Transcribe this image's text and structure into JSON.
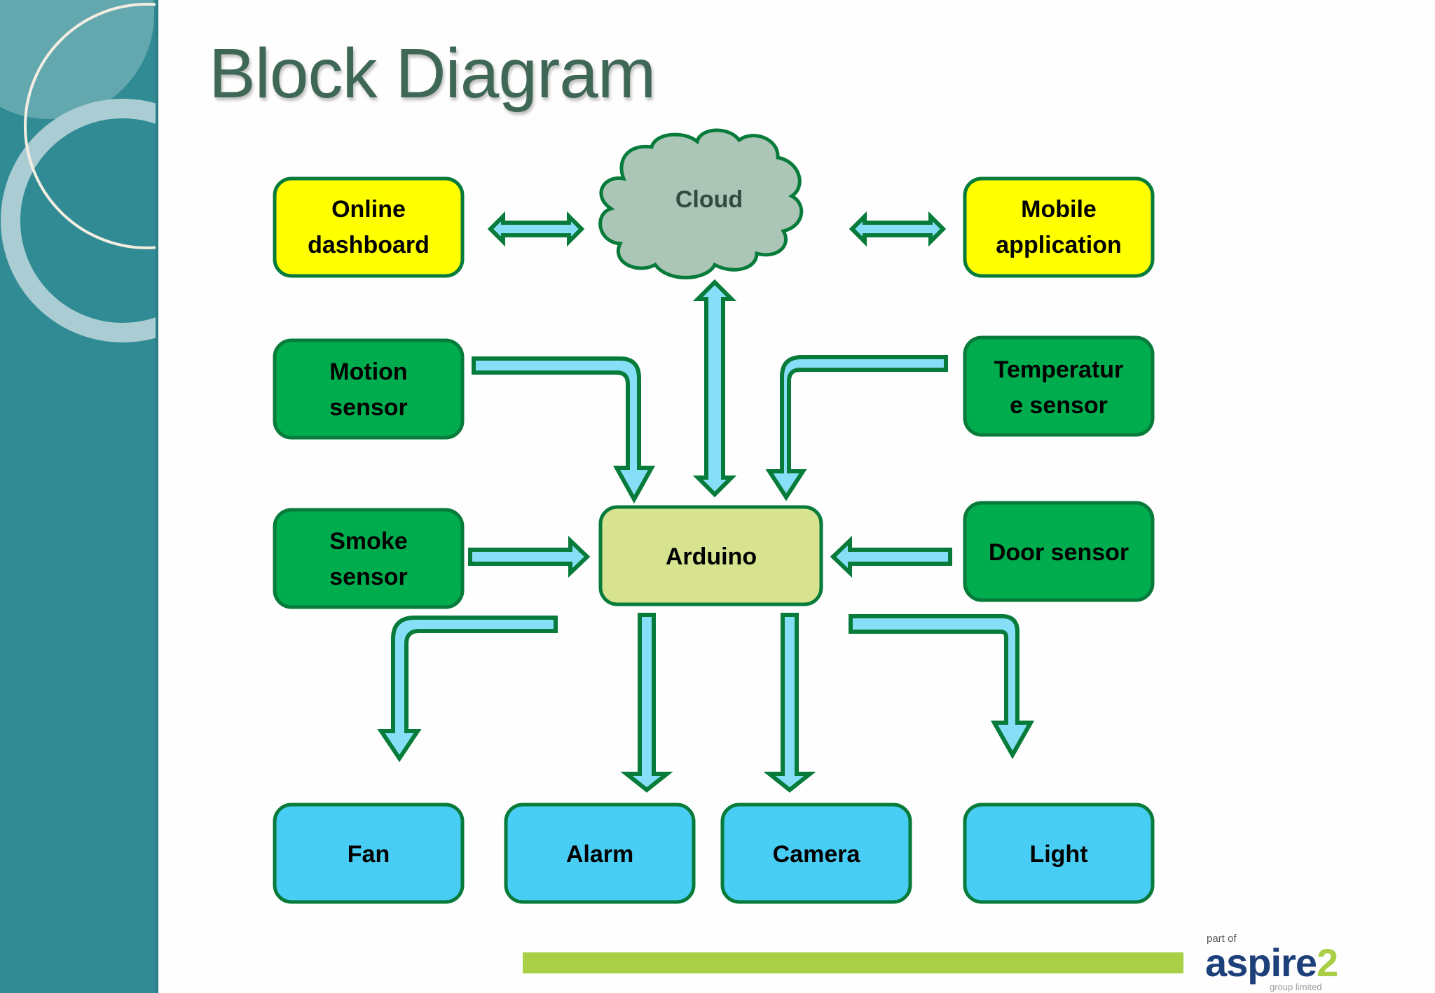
{
  "slide": {
    "title": "Block Diagram"
  },
  "diagram": {
    "nodes": {
      "online_dashboard": {
        "line1": "Online",
        "line2": "dashboard",
        "category": "interface"
      },
      "cloud": {
        "label": "Cloud",
        "category": "cloud"
      },
      "mobile_application": {
        "line1": "Mobile",
        "line2": "application",
        "category": "interface"
      },
      "motion_sensor": {
        "line1": "Motion",
        "line2": "sensor",
        "category": "sensor"
      },
      "temperature_sensor": {
        "line1": "Temperatur",
        "line2": "e sensor",
        "category": "sensor"
      },
      "smoke_sensor": {
        "line1": "Smoke",
        "line2": "sensor",
        "category": "sensor"
      },
      "arduino": {
        "label": "Arduino",
        "category": "controller"
      },
      "door_sensor": {
        "label": "Door sensor",
        "category": "sensor"
      },
      "fan": {
        "label": "Fan",
        "category": "actuator"
      },
      "alarm": {
        "label": "Alarm",
        "category": "actuator"
      },
      "camera": {
        "label": "Camera",
        "category": "actuator"
      },
      "light": {
        "label": "Light",
        "category": "actuator"
      }
    },
    "edges": [
      {
        "from": "online_dashboard",
        "to": "cloud",
        "direction": "bidirectional"
      },
      {
        "from": "cloud",
        "to": "mobile_application",
        "direction": "bidirectional"
      },
      {
        "from": "cloud",
        "to": "arduino",
        "direction": "bidirectional"
      },
      {
        "from": "motion_sensor",
        "to": "arduino",
        "direction": "forward"
      },
      {
        "from": "temperature_sensor",
        "to": "arduino",
        "direction": "forward"
      },
      {
        "from": "smoke_sensor",
        "to": "arduino",
        "direction": "forward"
      },
      {
        "from": "door_sensor",
        "to": "arduino",
        "direction": "forward"
      },
      {
        "from": "arduino",
        "to": "fan",
        "direction": "forward"
      },
      {
        "from": "arduino",
        "to": "alarm",
        "direction": "forward"
      },
      {
        "from": "arduino",
        "to": "camera",
        "direction": "forward"
      },
      {
        "from": "arduino",
        "to": "light",
        "direction": "forward"
      }
    ],
    "colors": {
      "interface_fill": "#ffff00",
      "sensor_fill": "#00ad4e",
      "controller_fill": "#d8e38f",
      "actuator_fill": "#48cdf4",
      "cloud_fill": "#abc6b6",
      "outline": "#077b3a",
      "arrow_fill": "#86dff6"
    }
  },
  "footer": {
    "logo_prefix": "part of",
    "logo_name": "aspire",
    "logo_number": "2",
    "logo_suffix": "group limited"
  }
}
